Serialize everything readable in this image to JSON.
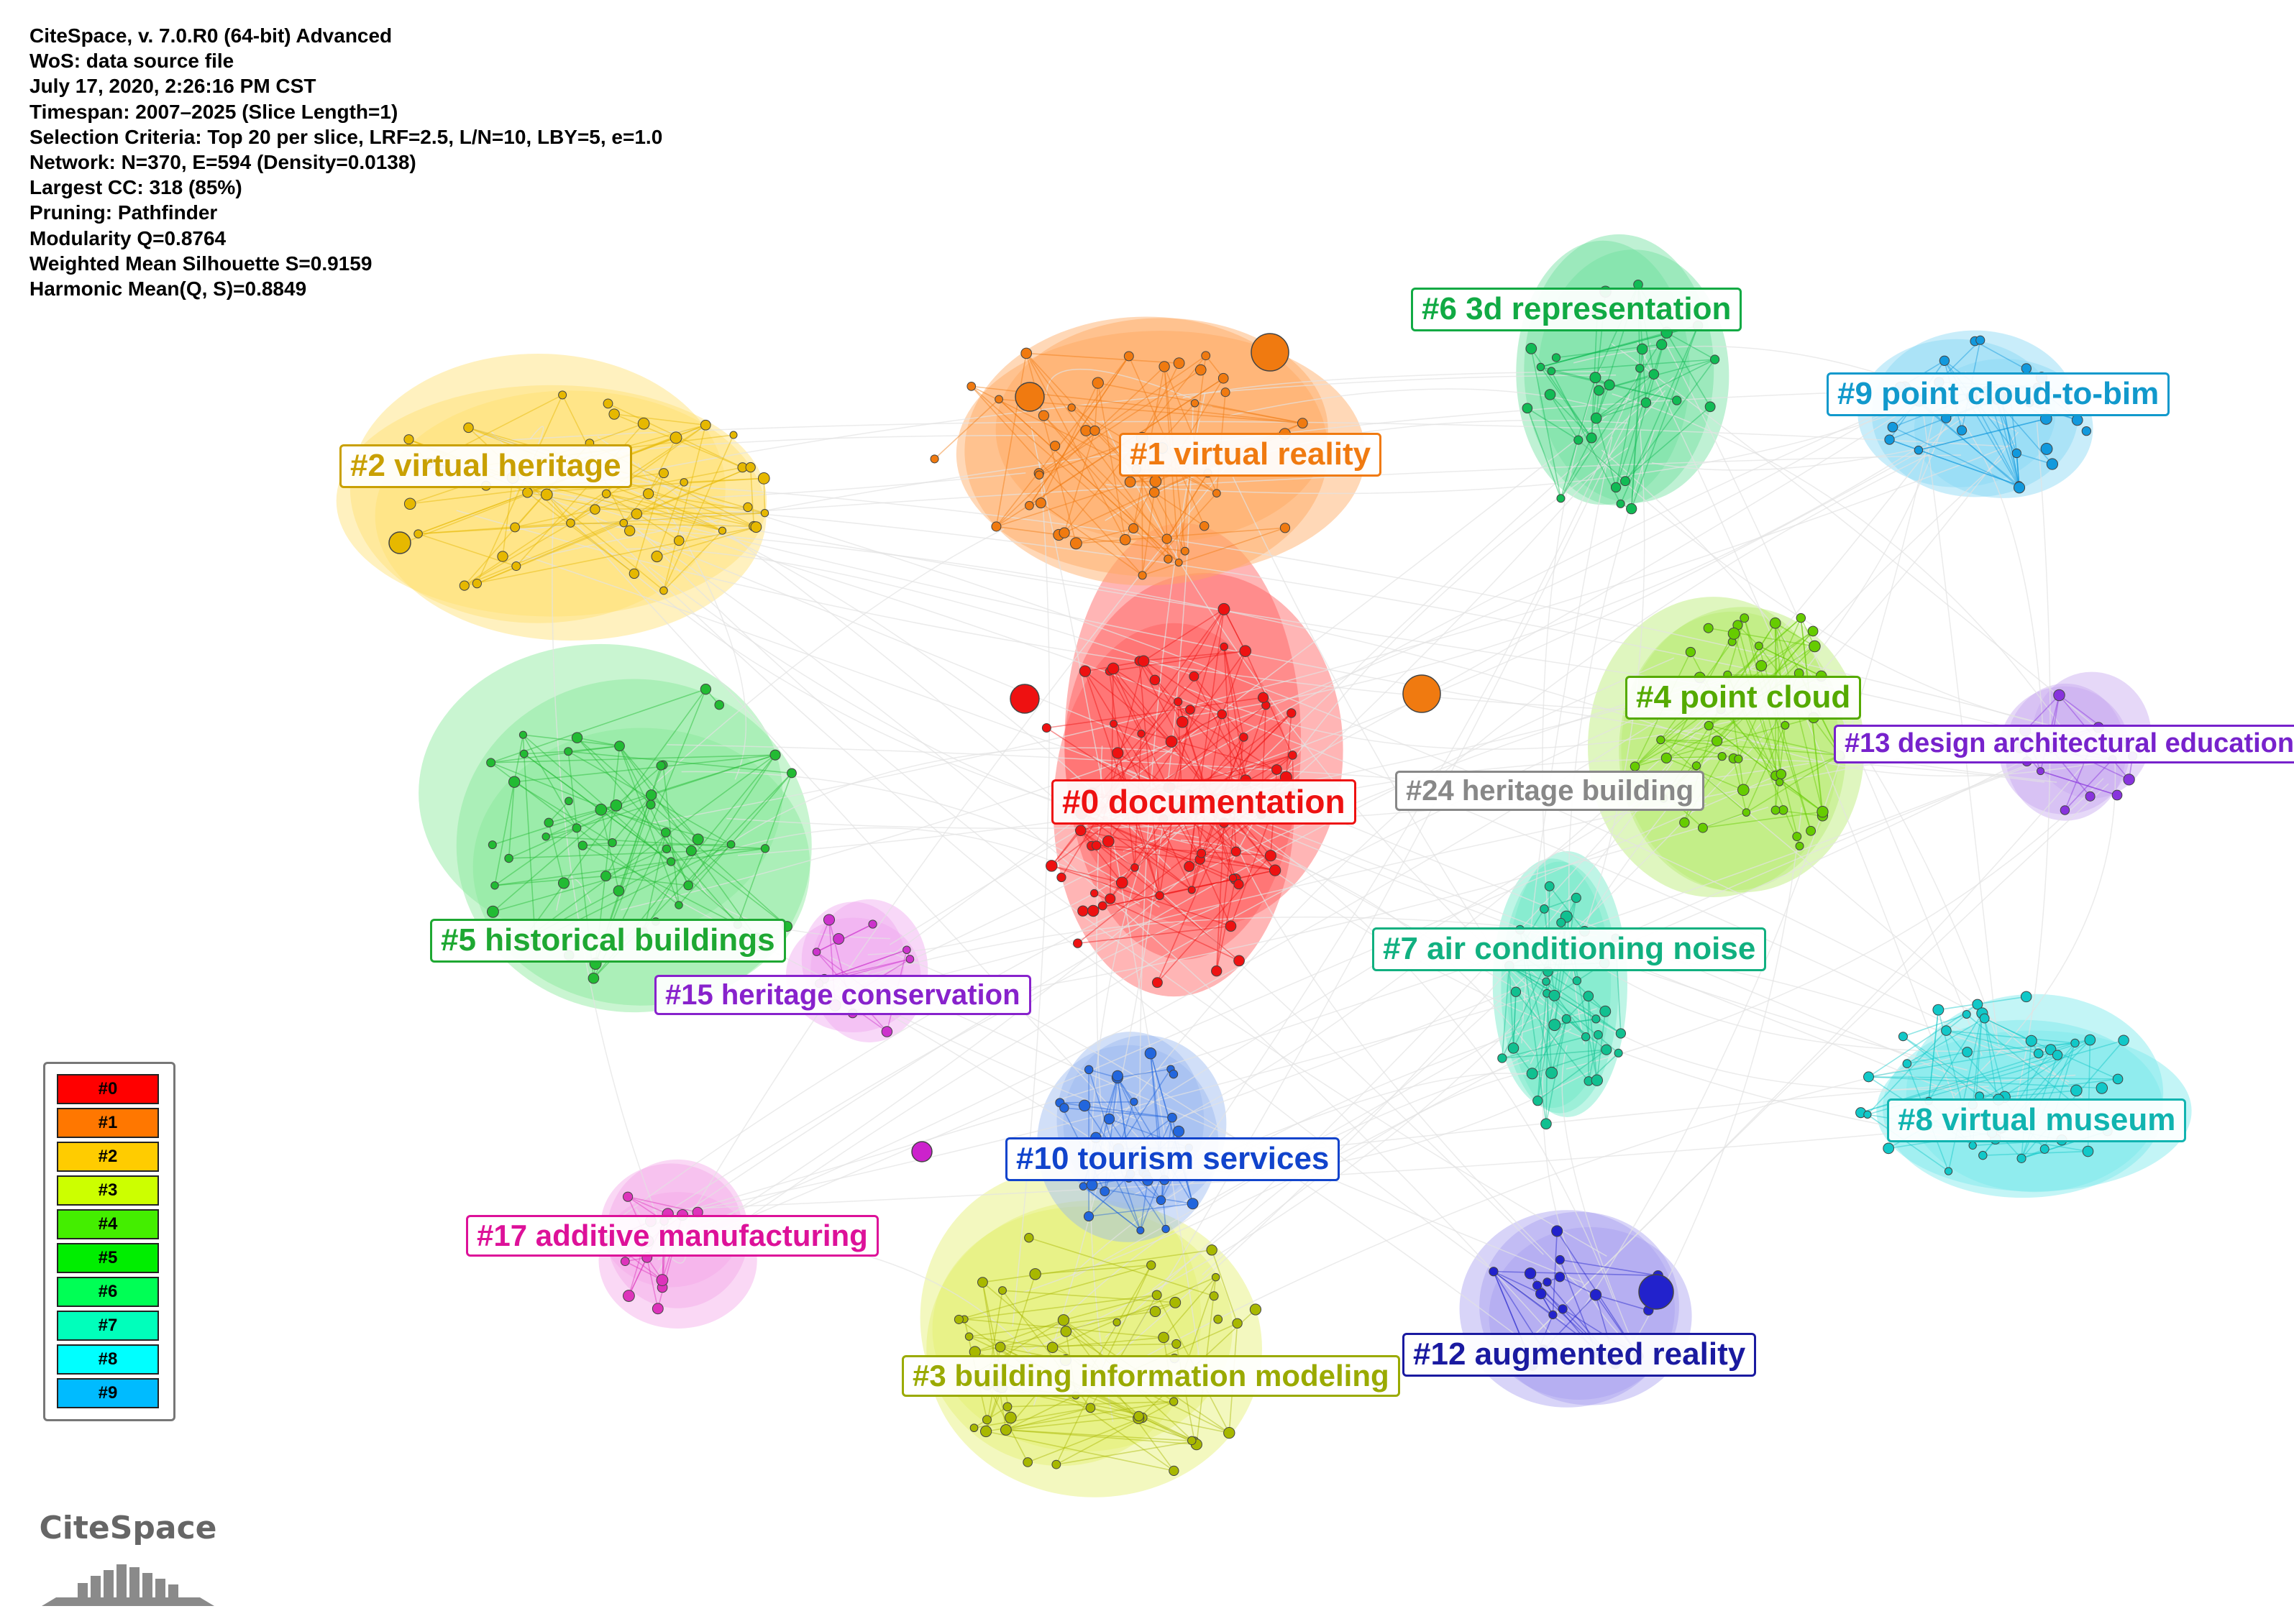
{
  "header": [
    "CiteSpace, v. 7.0.R0 (64-bit) Advanced",
    "WoS: data source file",
    "July 17, 2020, 2:26:16 PM CST",
    "Timespan: 2007–2025 (Slice Length=1)",
    "Selection Criteria: Top 20 per slice, LRF=2.5, L/N=10, LBY=5, e=1.0",
    "Network: N=370, E=594 (Density=0.0138)",
    "Largest CC: 318 (85%)",
    "Pruning: Pathfinder",
    "Modularity Q=0.8764",
    "Weighted Mean Silhouette S=0.9159",
    "Harmonic Mean(Q, S)=0.8849"
  ],
  "clusters": [
    {
      "label": "#0 documentation",
      "color": "#ee1111"
    },
    {
      "label": "#1 virtual reality",
      "color": "#f07a10"
    },
    {
      "label": "#2 virtual heritage",
      "color": "#c9a000"
    },
    {
      "label": "#3 building information modeling",
      "color": "#9aaa00"
    },
    {
      "label": "#4 point cloud",
      "color": "#55aa00"
    },
    {
      "label": "#5 historical buildings",
      "color": "#1ea832"
    },
    {
      "label": "#6 3d representation",
      "color": "#11aa44"
    },
    {
      "label": "#7 air conditioning noise",
      "color": "#11b080"
    },
    {
      "label": "#8 virtual museum",
      "color": "#11b4b0"
    },
    {
      "label": "#9 point cloud-to-bim",
      "color": "#1199cc"
    },
    {
      "label": "#10 tourism services",
      "color": "#1144cc"
    },
    {
      "label": "#12 augmented reality",
      "color": "#1a1aa0"
    },
    {
      "label": "#13 design architectural education",
      "color": "#7722cc"
    },
    {
      "label": "#15 heritage conservation",
      "color": "#8822cc"
    },
    {
      "label": "#17 additive manufacturing",
      "color": "#dd1199"
    },
    {
      "label": "#24 heritage building",
      "color": "#888888"
    }
  ],
  "legend": [
    {
      "label": "#0",
      "color": "#ff0000"
    },
    {
      "label": "#1",
      "color": "#ff7700"
    },
    {
      "label": "#2",
      "color": "#ffcc00"
    },
    {
      "label": "#3",
      "color": "#ccff00"
    },
    {
      "label": "#4",
      "color": "#44ee00"
    },
    {
      "label": "#5",
      "color": "#00ee00"
    },
    {
      "label": "#6",
      "color": "#00ff55"
    },
    {
      "label": "#7",
      "color": "#00ffbb"
    },
    {
      "label": "#8",
      "color": "#00ffff"
    },
    {
      "label": "#9",
      "color": "#00bbff"
    }
  ],
  "logo": {
    "text": "CiteSpace"
  }
}
